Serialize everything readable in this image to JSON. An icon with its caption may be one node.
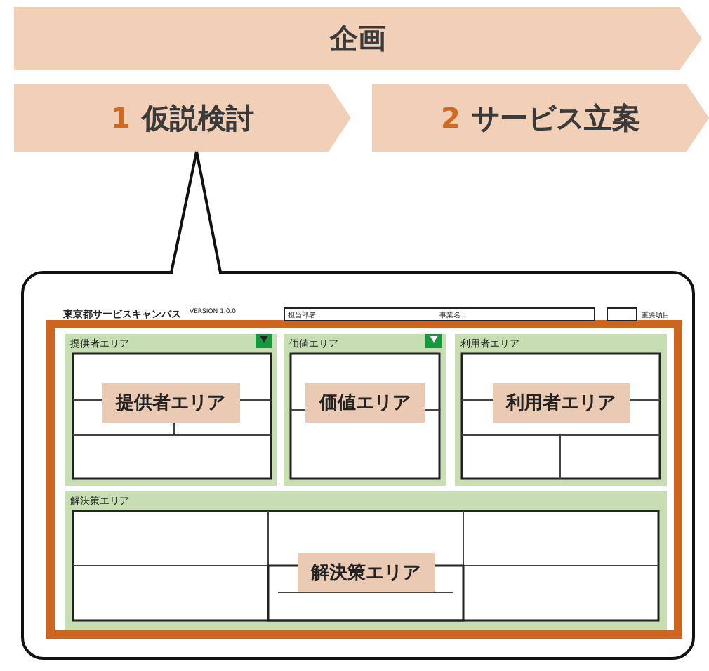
{
  "diagram": {
    "nodes": [
      {
        "text": [
          "企画"
        ]
      },
      {
        "text": [
          "1",
          "仮説検討"
        ]
      },
      {
        "text": [
          "2",
          "サービス立案"
        ]
      },
      {
        "text": [
          "東京都サービスキャンバス",
          "VERSION 1.0.0"
        ]
      },
      {
        "text": [
          "提供者エリア",
          "提供者エリア"
        ],
        "in": 3
      },
      {
        "text": [
          "価値エリア",
          "価値エリア"
        ],
        "in": 3
      },
      {
        "text": [
          "利用者エリア",
          "利用者エリア"
        ],
        "in": 3
      },
      {
        "text": [
          "解決策エリア",
          "解決策エリア"
        ],
        "in": 3
      }
    ],
    "edges": [
      {
        "from": 3,
        "to": 1,
        "arrow": "none"
      }
    ],
    "labels": [
      "担当部署：",
      "事業名：",
      "重要項目"
    ]
  }
}
